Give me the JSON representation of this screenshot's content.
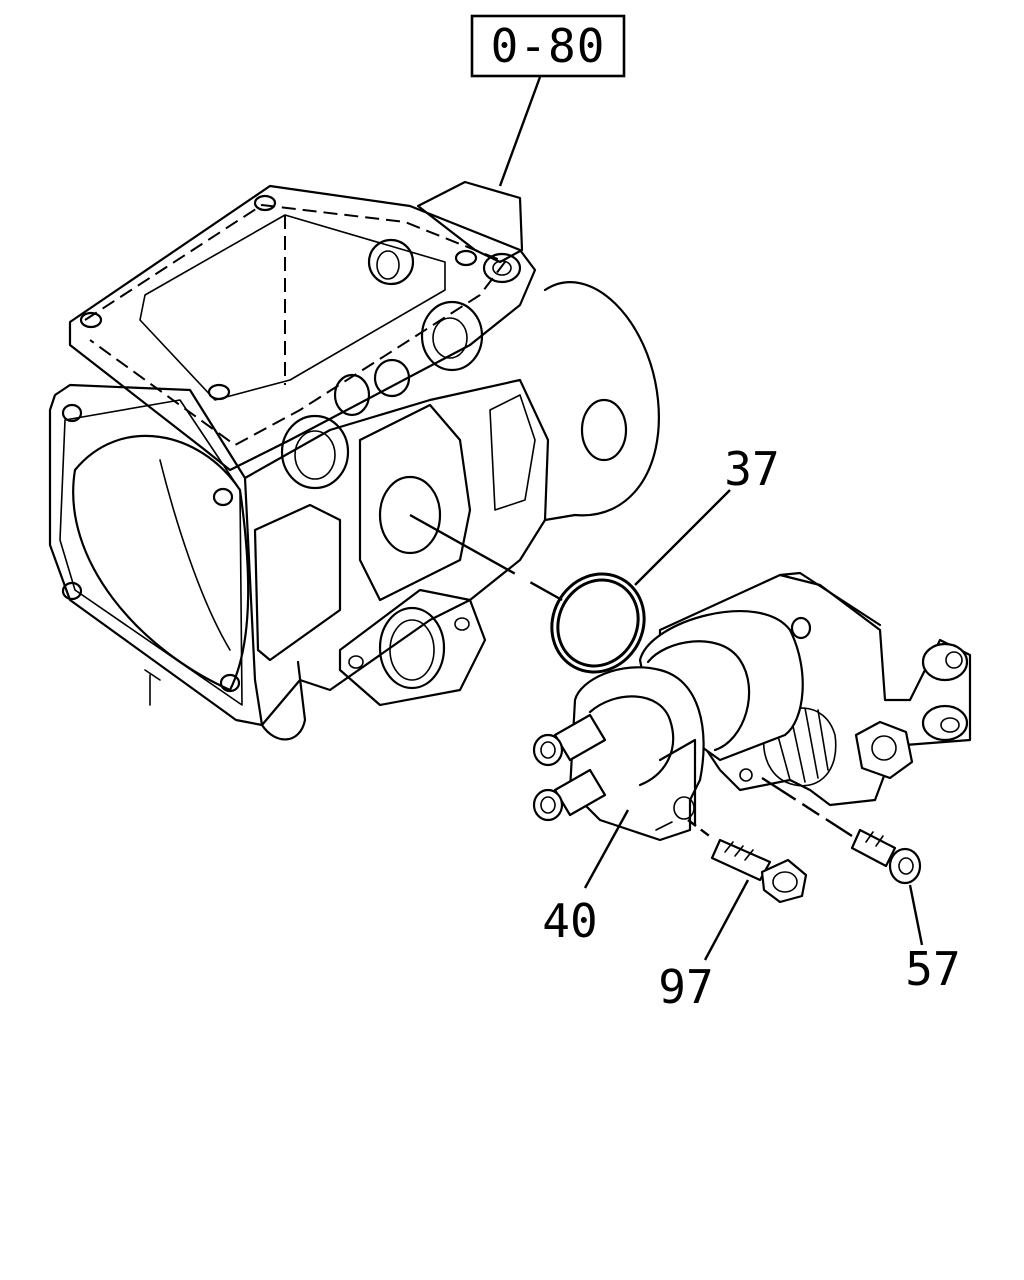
{
  "diagram": {
    "reference_box": {
      "text": "0-80"
    },
    "callouts": [
      {
        "id": "37",
        "text": "37",
        "part": "o-ring"
      },
      {
        "id": "40",
        "text": "40",
        "part": "idle-air-control-valve"
      },
      {
        "id": "97",
        "text": "97",
        "part": "flange-bolt"
      },
      {
        "id": "57",
        "text": "57",
        "part": "socket-head-bolt"
      }
    ]
  }
}
